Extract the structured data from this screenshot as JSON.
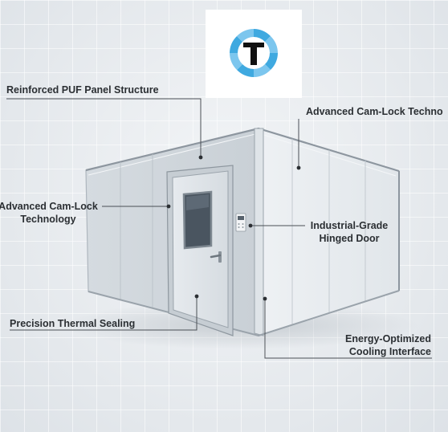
{
  "callouts": {
    "reinforced_puf": "Reinforced PUF Panel Structure",
    "cam_lock_right": "Advanced Cam-Lock Techno",
    "cam_lock_left_line1": "Advanced Cam-Lock",
    "cam_lock_left_line2": "Technology",
    "hinged_door_line1": "Industrial-Grade",
    "hinged_door_line2": "Hinged Door",
    "thermal_sealing": "Precision Thermal Sealing",
    "cooling_line1": "Energy-Optimized",
    "cooling_line2": "Cooling Interface"
  },
  "logo": {
    "letter": "T",
    "accent_color": "#3fa9e0"
  },
  "colors": {
    "leader_line": "#4a4f55",
    "text": "#2b2f33"
  }
}
